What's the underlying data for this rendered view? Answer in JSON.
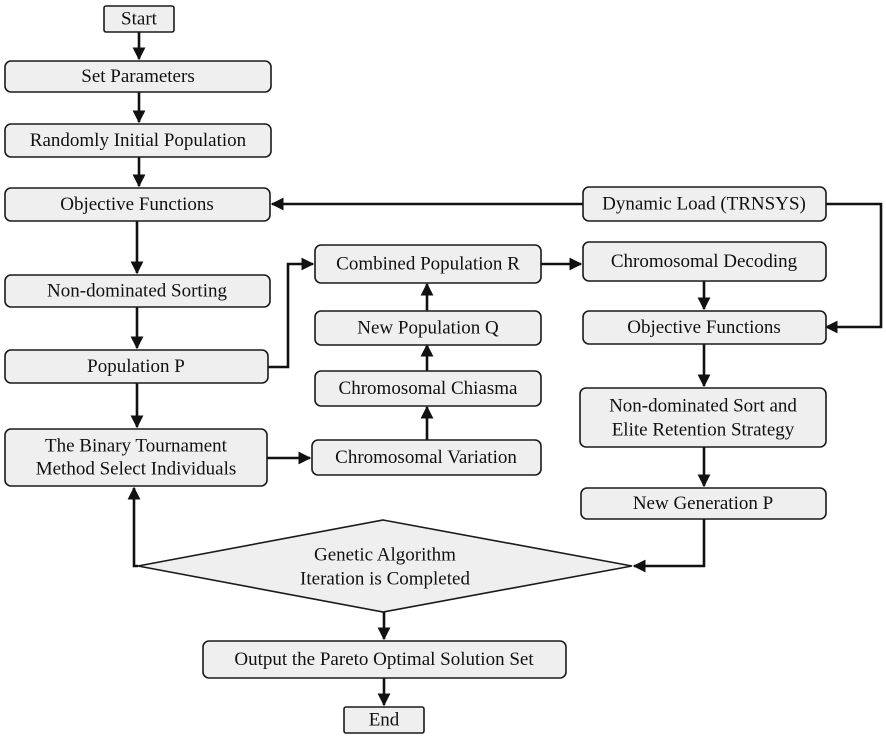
{
  "nodes": {
    "start": "Start",
    "set_parameters": "Set Parameters",
    "random_init": "Randomly Initial Population",
    "objective_left": "Objective Functions",
    "dynamic_load": "Dynamic Load (TRNSYS)",
    "nondominated_sorting": "Non-dominated Sorting",
    "combined_population": "Combined Population R",
    "chromosomal_decoding": "Chromosomal Decoding",
    "new_population_q": "New Population Q",
    "objective_right": "Objective Functions",
    "population_p": "Population P",
    "chromosomal_chiasma": "Chromosomal Chiasma",
    "nondominated_elite_1": "Non-dominated Sort and",
    "nondominated_elite_2": "Elite Retention Strategy",
    "tournament_1": "The Binary Tournament",
    "tournament_2": "Method Select Individuals",
    "chromosomal_variation": "Chromosomal Variation",
    "new_generation": "New Generation P",
    "ga_check_1": "Genetic Algorithm",
    "ga_check_2": "Iteration is Completed",
    "output_pareto": "Output the Pareto Optimal Solution Set",
    "end": "End"
  }
}
